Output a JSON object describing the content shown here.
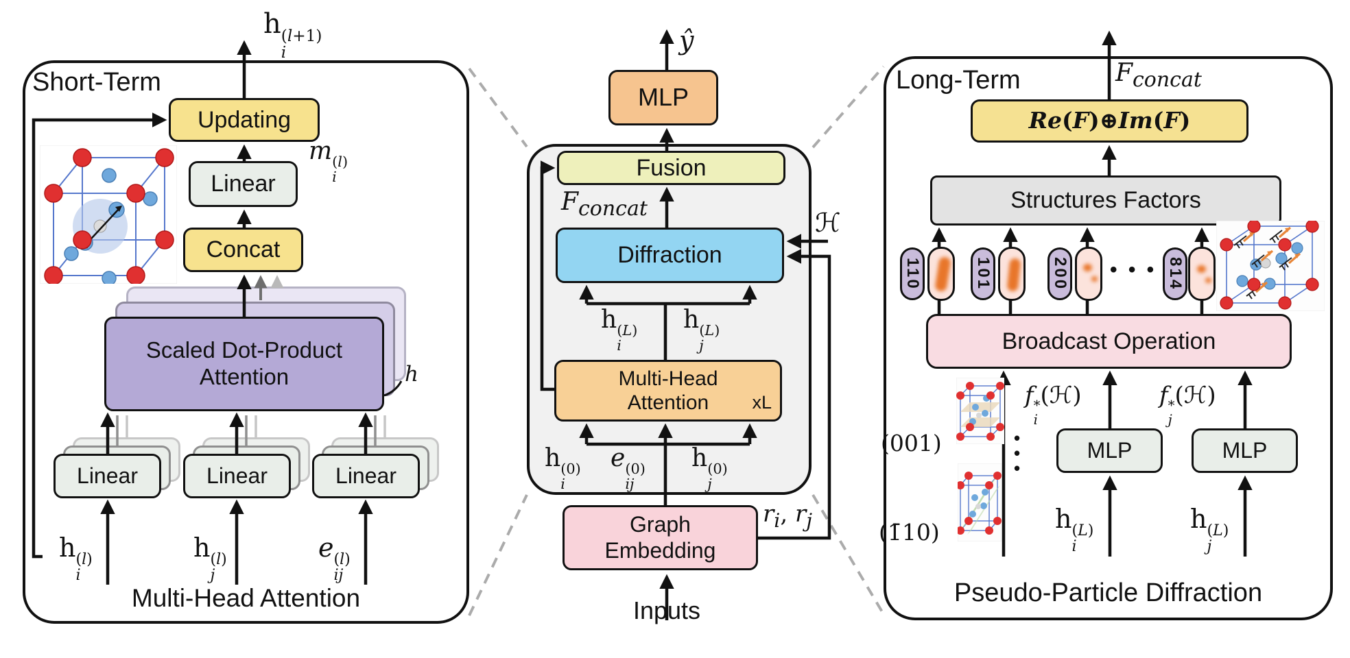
{
  "colors": {
    "yellow": "#F7E28E",
    "box_gray_green": "#E9EEE9",
    "purple": "#B4A9D6",
    "orange_mlp": "#F6C48F",
    "orange_mha": "#F8D096",
    "fusion_green": "#EEF0BB",
    "diffraction_blue": "#93D5F2",
    "embedding_pink": "#F9D3DA",
    "refim_yellow": "#F5E192",
    "structures_gray": "#E3E3E3",
    "broadcast_pink": "#F9DCE2",
    "capsule_purple": "#C9BCDB",
    "capsule_pink": "#FCE3DC",
    "spot_orange": "#E8762A",
    "panel_gray": "#F1F1F1",
    "dash_gray": "#ABABAB"
  },
  "short_term": {
    "title": "Short-Term",
    "caption": "Multi-Head Attention",
    "output_label_html": "h<span class=\"stk\"><span>(<i>l</i>+1)</span><span><i>i</i></span></span>",
    "message_label_html": "<i>m</i><span class=\"stk\"><span>(<i>l</i>)</span><span><i>i</i></span></span>",
    "updating": "Updating",
    "linear": "Linear",
    "concat": "Concat",
    "sdpa_line1": "Scaled Dot-Product",
    "sdpa_line2": "Attention",
    "heads_label": "h",
    "input_i_html": "h<span class=\"stk\"><span>(<i>l</i>)</span><span><i>i</i></span></span>",
    "input_j_html": "h<span class=\"stk\"><span>(<i>l</i>)</span><span><i>j</i></span></span>",
    "input_e_html": "<i>e</i><span class=\"stk\"><span>(<i>l</i>)</span><span><i>ij</i></span></span>"
  },
  "backbone": {
    "y_hat_html": "<i>ŷ</i>",
    "mlp": "MLP",
    "fusion": "Fusion",
    "f_concat_html": "<i>F</i><sub><i>concat</i></sub>",
    "diffraction": "Diffraction",
    "h_script_html": "ℋ",
    "h_i_L_html": "h<span class=\"stk\"><span>(<i>L</i>)</span><span><i>i</i></span></span>",
    "h_j_L_html": "h<span class=\"stk\"><span>(<i>L</i>)</span><span><i>j</i></span></span>",
    "mha_line1": "Multi-Head",
    "mha_line2": "Attention",
    "xl": "xL",
    "h_i_0_html": "h<span class=\"stk\"><span>(0)</span><span><i>i</i></span></span>",
    "e_ij_0_html": "<i>e</i><span class=\"stk\"><span>(0)</span><span><i>ij</i></span></span>",
    "h_j_0_html": "h<span class=\"stk\"><span>(0)</span><span><i>j</i></span></span>",
    "embedding_line1": "Graph",
    "embedding_line2": "Embedding",
    "r_label_html": "<i>r</i><sub><i>i</i></sub>, <i>r</i><sub><i>j</i></sub>",
    "inputs": "Inputs"
  },
  "long_term": {
    "title": "Long-Term",
    "caption": "Pseudo-Particle Diffraction",
    "f_concat_html": "<i>F</i><sub><i>concat</i></sub>",
    "refim_html": "<i>Re</i>(<i>F</i>)⊕<i>Im</i>(<i>F</i>)",
    "structures": "Structures Factors",
    "broadcast": "Broadcast Operation",
    "capsules": [
      "110",
      "101",
      "200",
      "814"
    ],
    "hdots": "• • •",
    "vdots_html": "•<br>•<br>•",
    "miller_001": "(001)",
    "miller_110_html": "(1̄10)",
    "f_i_html": "<i>f</i><span class=\"stk\"><span>*</span><span><i>i</i></span></span>(ℋ)",
    "f_j_html": "<i>f</i><span class=\"stk\"><span>*</span><span><i>j</i></span></span>(ℋ)",
    "mlp": "MLP",
    "h_i_L_html": "h<span class=\"stk\"><span>(<i>L</i>)</span><span><i>i</i></span></span>",
    "h_j_L_html": "h<span class=\"stk\"><span>(<i>L</i>)</span><span><i>j</i></span></span>"
  }
}
